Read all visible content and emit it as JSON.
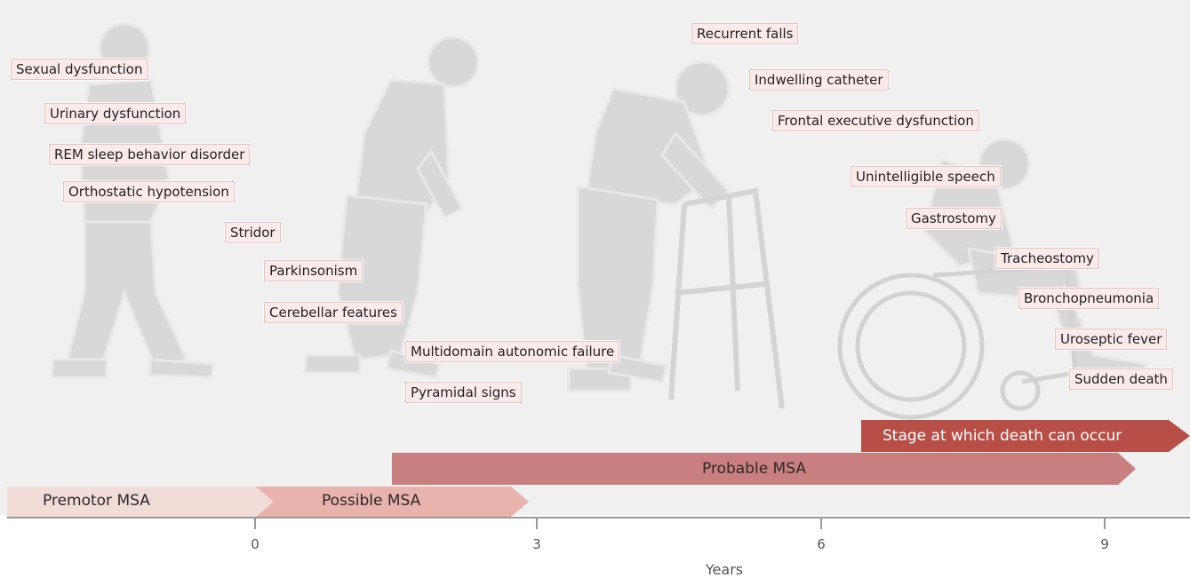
{
  "symptoms": [
    "Sexual dysfunction",
    "Urinary dysfunction",
    "REM sleep behavior disorder",
    "Orthostatic hypotension",
    "Stridor",
    "Parkinsonism",
    "Cerebellar features",
    "Multidomain autonomic failure",
    "Pyramidal signs",
    "Recurrent falls",
    "Indwelling catheter",
    "Frontal executive dysfunction",
    "Unintelligible speech",
    "Gastrostomy",
    "Tracheostomy",
    "Bronchopneumonia",
    "Uroseptic fever",
    "Sudden death"
  ],
  "stages": {
    "premotor": "Premotor MSA",
    "possible": "Possible MSA",
    "probable": "Probable MSA",
    "death": "Stage at which death can occur"
  },
  "axis": {
    "title": "Years",
    "ticks": [
      "0",
      "3",
      "6",
      "9"
    ]
  },
  "figures": [
    "walking-person",
    "stooped-person",
    "person-with-walker",
    "person-in-wheelchair"
  ],
  "colors": {
    "premotor": "#f2dcd8",
    "possible": "#e8b2ad",
    "probable": "#c97f7f",
    "death": "#b84f46"
  }
}
